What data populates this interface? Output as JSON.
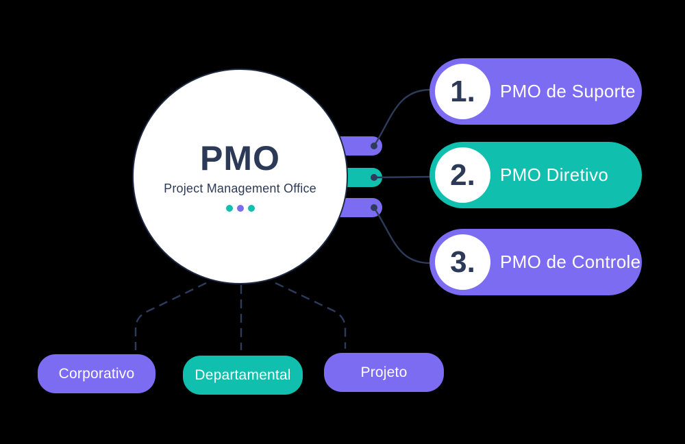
{
  "canvas": {
    "background": "#000000"
  },
  "colors": {
    "purple": "#7C6CF2",
    "teal": "#10BFAD",
    "navy": "#2C3A58",
    "line": "#2E3C5C",
    "white": "#FFFFFF"
  },
  "center_circle": {
    "title": "PMO",
    "subtitle": "Project Management Office",
    "dot_colors": [
      "#10BFAD",
      "#7C6CF2",
      "#10BFAD"
    ]
  },
  "connector_tab_colors": [
    "#7C6CF2",
    "#10BFAD",
    "#7C6CF2"
  ],
  "right_items": [
    {
      "number": "1.",
      "label": "PMO de Suporte",
      "color": "#7C6CF2"
    },
    {
      "number": "2.",
      "label": "PMO Diretivo",
      "color": "#10BFAD"
    },
    {
      "number": "3.",
      "label": "PMO de Controle",
      "color": "#7C6CF2"
    }
  ],
  "bottom_items": [
    {
      "label": "Corporativo",
      "color": "#7C6CF2"
    },
    {
      "label": "Departamental",
      "color": "#10BFAD"
    },
    {
      "label": "Projeto",
      "color": "#7C6CF2"
    }
  ]
}
